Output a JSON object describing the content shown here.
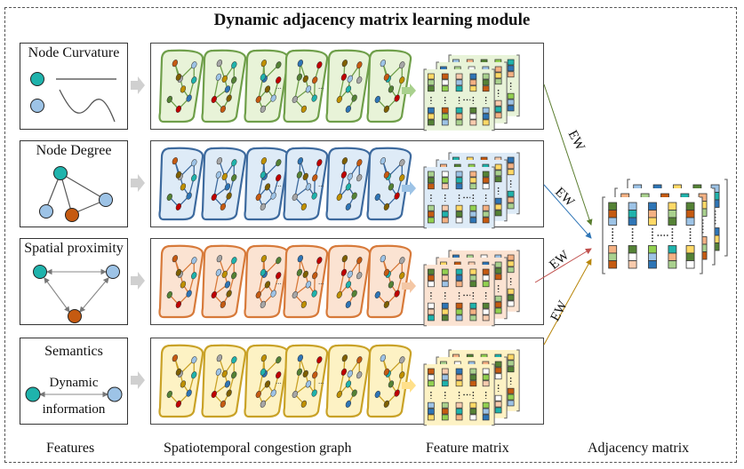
{
  "title": "Dynamic adjacency matrix learning module",
  "rows": [
    {
      "feature_label": "Node Curvature",
      "feature_type": "curvature",
      "theme_fill": "#e8f3d8",
      "theme_stroke": "#6f9f4a",
      "arrow_color": "#a9d18e",
      "ew_label": "EW",
      "ew_color": "#5a7d2f"
    },
    {
      "feature_label": "Node Degree",
      "feature_type": "degree",
      "theme_fill": "#deebf7",
      "theme_stroke": "#3d6a9e",
      "arrow_color": "#9dc3e6",
      "ew_label": "EW",
      "ew_color": "#2e75b6"
    },
    {
      "feature_label": "Spatial proximity",
      "feature_type": "proximity",
      "theme_fill": "#fbe3d2",
      "theme_stroke": "#d77a3a",
      "arrow_color": "#f4c7a5",
      "ew_label": "EW",
      "ew_color": "#c0504d"
    },
    {
      "feature_label": "Semantics",
      "feature_type": "semantics",
      "semantics_top": "Dynamic",
      "semantics_bottom": "information",
      "theme_fill": "#fdf2c4",
      "theme_stroke": "#c9a227",
      "arrow_color": "#ffe08a",
      "ew_label": "EW",
      "ew_color": "#b8860b"
    }
  ],
  "node_colors": {
    "teal": "#1fb3ac",
    "light_blue": "#9dc3e6",
    "orange": "#c55a11",
    "green": "#548235",
    "gray": "#a6a6a6",
    "gold": "#bf9000",
    "blue": "#2e75b6",
    "red": "#c00000",
    "olive": "#7f6000"
  },
  "cell_colors": [
    "#9dc3e6",
    "#1fb3ac",
    "#2e75b6",
    "#f4b183",
    "#ffd966",
    "#a9d18e",
    "#548235",
    "#c55a11",
    "#ffffff",
    "#92d050",
    "#f8cbad"
  ],
  "ellipsis": "...",
  "bottom_labels": {
    "features": "Features",
    "graph": "Spatiotemporal congestion graph",
    "feature_matrix": "Feature matrix",
    "adjacency": "Adjacency matrix"
  }
}
